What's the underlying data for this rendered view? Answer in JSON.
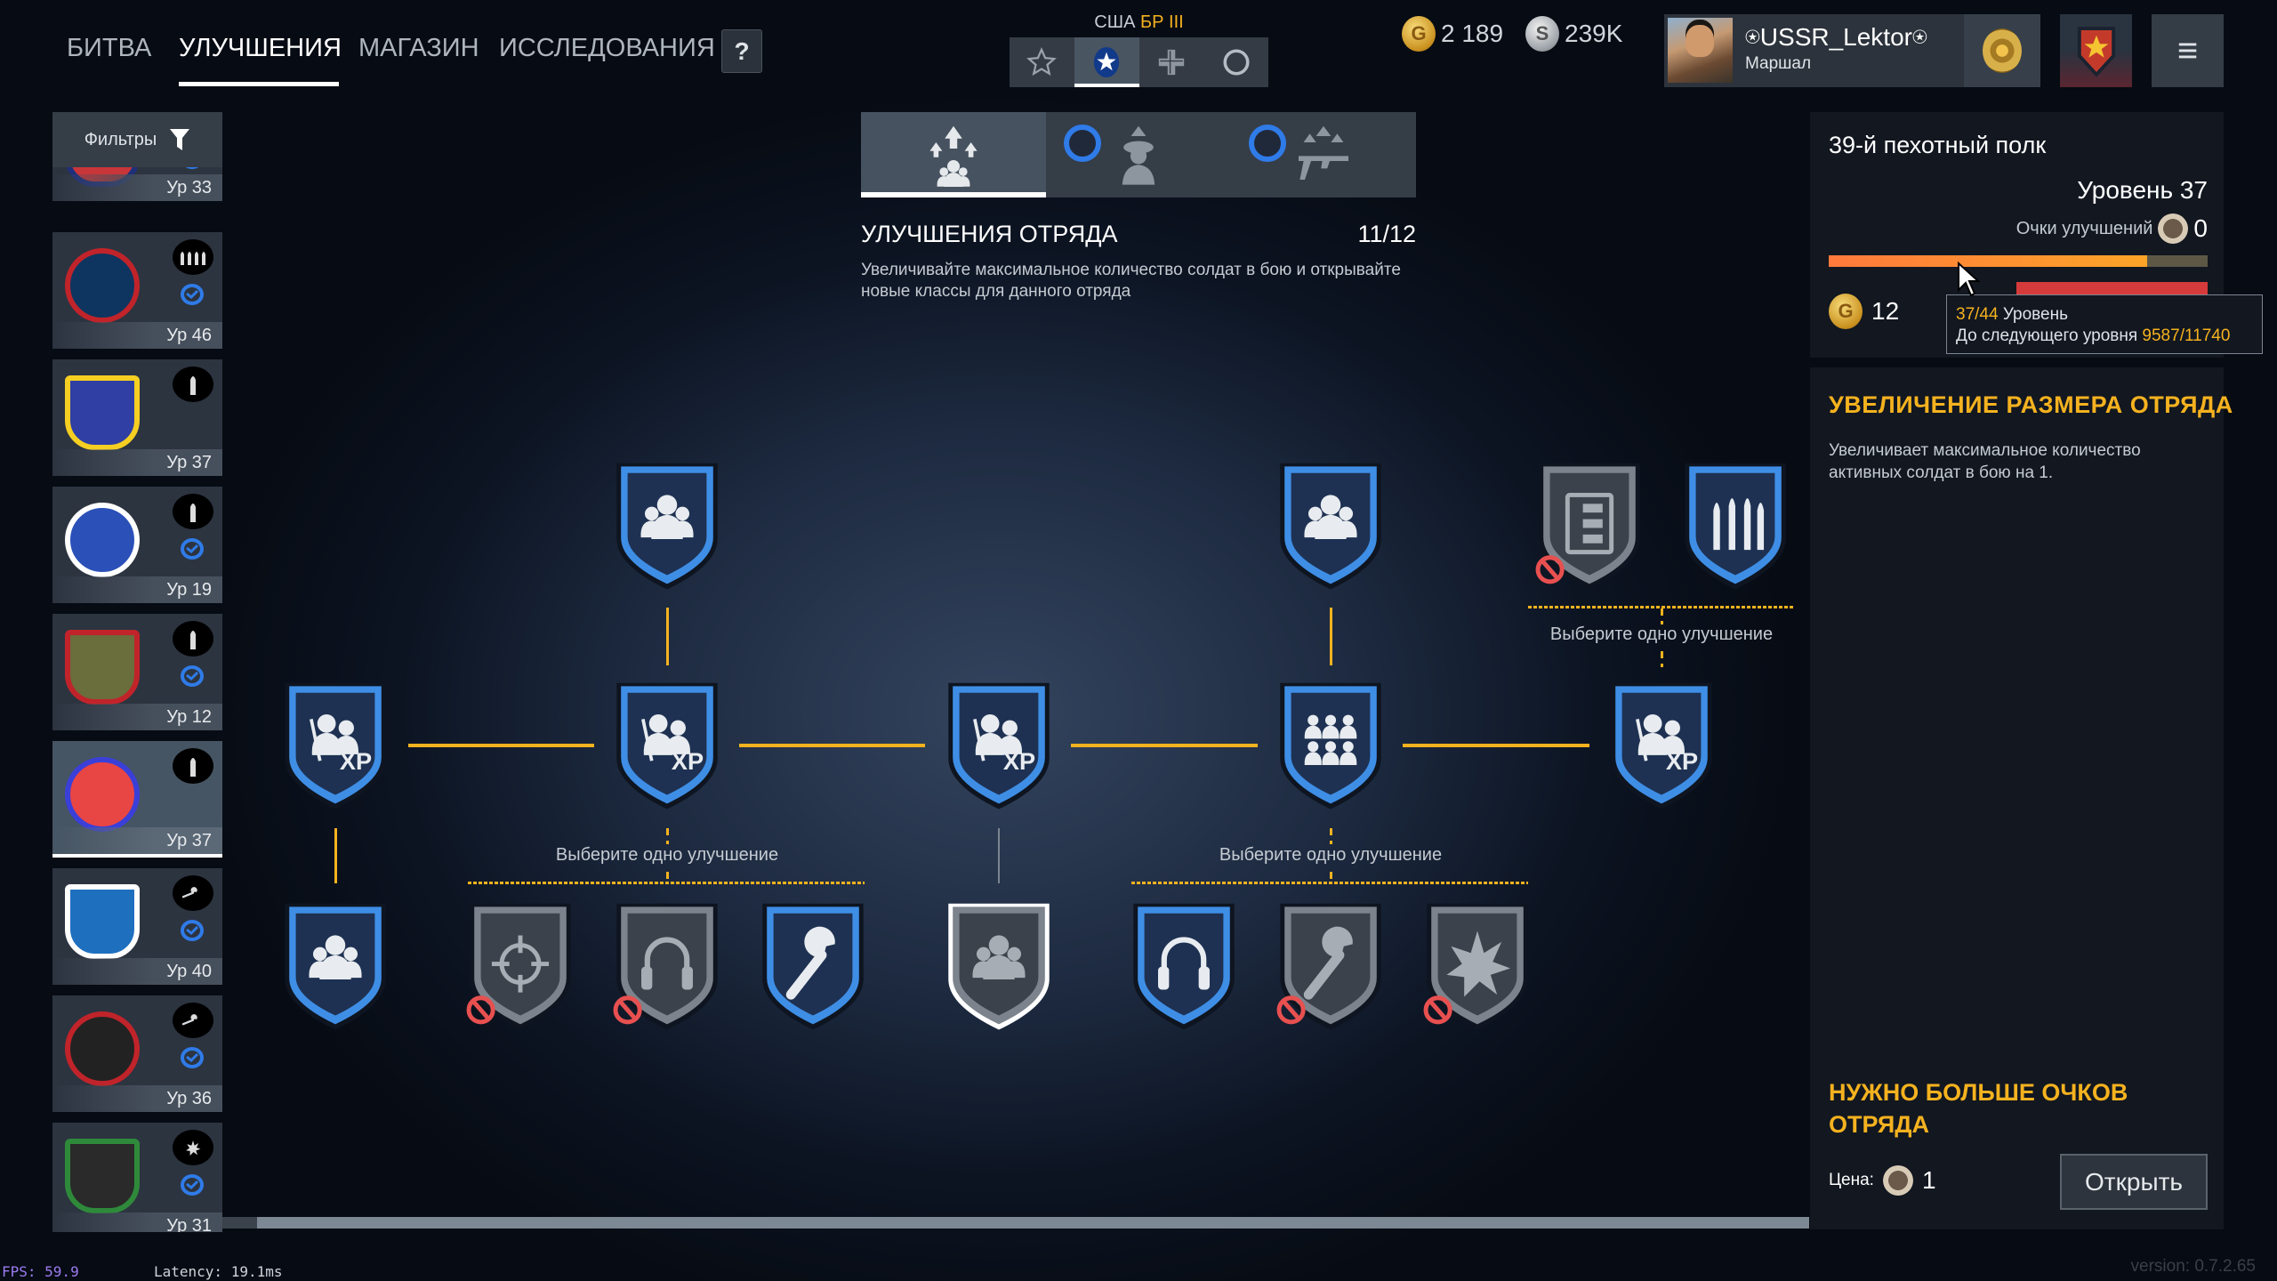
{
  "nav": {
    "tabs": [
      {
        "label": "БИТВА"
      },
      {
        "label": "УЛУЧШЕНИЯ",
        "active": true
      },
      {
        "label": "МАГАЗИН"
      },
      {
        "label": "ИССЛЕДОВАНИЯ"
      }
    ],
    "help": "?"
  },
  "nation": {
    "country": "США",
    "br": "БР III",
    "options": [
      "star-outline",
      "usa-star",
      "german-cross",
      "circle"
    ],
    "active": 1
  },
  "currency": {
    "gold": "2 189",
    "silver": "239K",
    "gold_icon": "G",
    "silver_icon": "S"
  },
  "profile": {
    "name": "⍟USSR_Lektor⍟",
    "rank": "Маршал"
  },
  "menu_icon": "≡",
  "sidebar": {
    "filters": "Фильтры",
    "squads": [
      {
        "level": "Ур 33",
        "cls": "",
        "check": true,
        "emblem": "#c8363a",
        "emblem2": "#1f2f7a"
      },
      {
        "level": "Ур 46",
        "cls": "ammo",
        "check": true,
        "emblem": "#0e3560",
        "emblem2": "#c0242a"
      },
      {
        "level": "Ур 37",
        "cls": "bullet",
        "check": false,
        "emblem": "#2f3fa3",
        "emblem2": "#f5cf22"
      },
      {
        "level": "Ур 19",
        "cls": "bullet",
        "check": true,
        "emblem": "#2b50b8",
        "emblem2": "#ffffff"
      },
      {
        "level": "Ур 12",
        "cls": "bullet",
        "check": true,
        "emblem": "#6a6d3c",
        "emblem2": "#c0242a"
      },
      {
        "level": "Ур 37",
        "cls": "bullet",
        "check": false,
        "selected": true,
        "emblem": "#e84545",
        "emblem2": "#3a3fd8"
      },
      {
        "level": "Ур 40",
        "cls": "wrench",
        "check": true,
        "emblem": "#1f6fbf",
        "emblem2": "#ffffff"
      },
      {
        "level": "Ур 36",
        "cls": "wrench",
        "check": true,
        "emblem": "#222222",
        "emblem2": "#c0242a"
      },
      {
        "level": "Ур 31",
        "cls": "explosion",
        "check": true,
        "emblem": "#2a2a2a",
        "emblem2": "#2e8a3a"
      }
    ]
  },
  "categories": [
    {
      "icon": "squad-upgrade",
      "active": true
    },
    {
      "icon": "soldier-upgrade",
      "check": true
    },
    {
      "icon": "weapon-upgrade",
      "check": true
    }
  ],
  "section": {
    "title": "УЛУЧШЕНИЯ ОТРЯДА",
    "count": "11/12",
    "desc": "Увеличивайте максимальное количество солдат в бою и открывайте новые классы для данного отряда"
  },
  "tree": {
    "choose_label": "Выберите одно улучшение",
    "nodes": [
      {
        "icon": "people",
        "state": "unlocked"
      },
      {
        "icon": "people",
        "state": "unlocked"
      },
      {
        "icon": "ammo-box",
        "state": "locked"
      },
      {
        "icon": "bullets",
        "state": "unlocked"
      },
      {
        "icon": "xp-people",
        "state": "unlocked"
      },
      {
        "icon": "xp-people",
        "state": "unlocked"
      },
      {
        "icon": "xp-people",
        "state": "unlocked"
      },
      {
        "icon": "crowd",
        "state": "unlocked"
      },
      {
        "icon": "xp-people",
        "state": "unlocked"
      },
      {
        "icon": "people",
        "state": "unlocked"
      },
      {
        "icon": "crosshair",
        "state": "locked"
      },
      {
        "icon": "headphones",
        "state": "locked"
      },
      {
        "icon": "wrench",
        "state": "unlocked"
      },
      {
        "icon": "people",
        "state": "selected"
      },
      {
        "icon": "headphones",
        "state": "unlocked"
      },
      {
        "icon": "wrench",
        "state": "locked"
      },
      {
        "icon": "explosion",
        "state": "locked"
      }
    ]
  },
  "unit": {
    "name": "39-й пехотный полк",
    "level": "Уровень 37",
    "points_label": "Очки улучшений",
    "points": "0",
    "xp_progress": 0.84,
    "gold": "12"
  },
  "tooltip": {
    "level": "37/44",
    "level_label": "Уровень",
    "next_label": "До следующего уровня",
    "next_value": "9587/11740"
  },
  "detail": {
    "title": "УВЕЛИЧЕНИЕ РАЗМЕРА ОТРЯДА",
    "desc": "Увеличивает максимальное количество активных солдат в бою на 1.",
    "need": "НУЖНО БОЛЬШЕ ОЧКОВ ОТРЯДА",
    "price_label": "Цена:",
    "price": "1",
    "open": "Открыть"
  },
  "debug": {
    "fps": "FPS: 59.9",
    "latency": "Latency:  19.1ms",
    "version": "version: 0.7.2.65"
  }
}
